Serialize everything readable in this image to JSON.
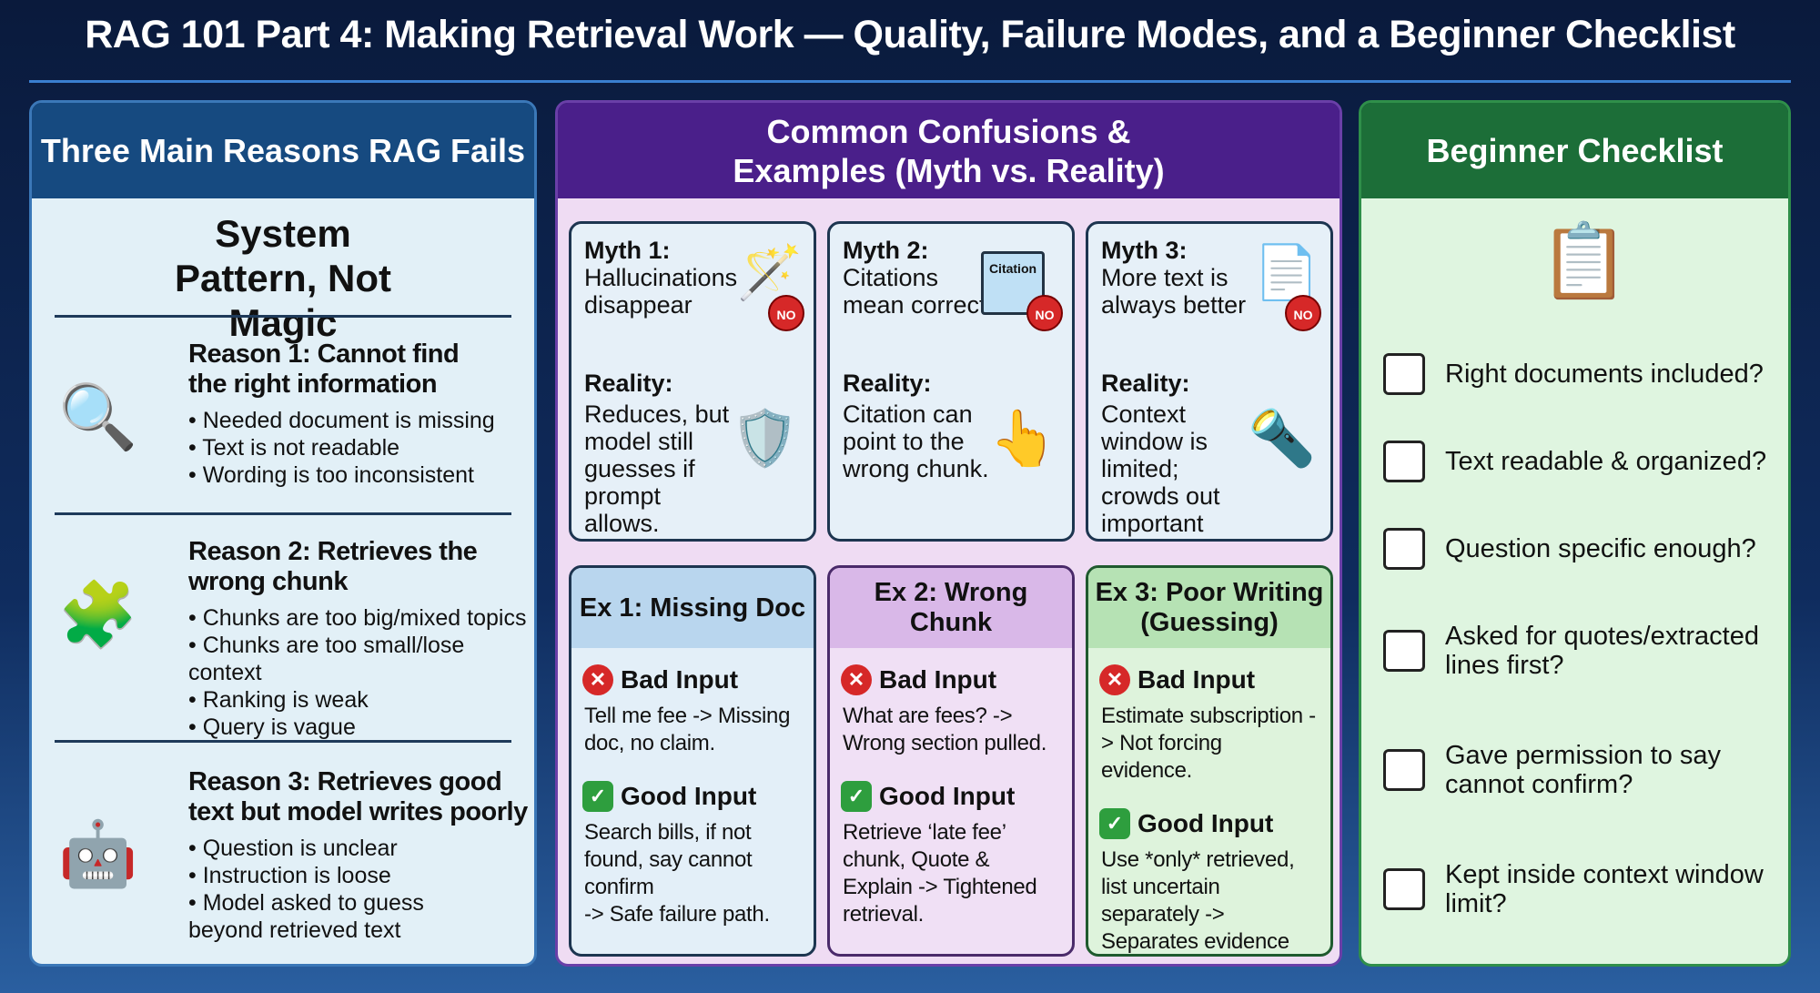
{
  "title": "RAG 101 Part 4: Making Retrieval Work — Quality, Failure Modes, and a Beginner Checklist",
  "left": {
    "header": "Three Main Reasons RAG Fails",
    "subtitle": "System Pattern, Not Magic",
    "reasons": [
      {
        "title": "Reason 1: Cannot find the right information",
        "icon": "magnifier-missing-doc-icon",
        "bullets": [
          "Needed document is missing",
          "Text is not readable",
          "Wording is too inconsistent"
        ]
      },
      {
        "title": "Reason 2: Retrieves the wrong chunk",
        "icon": "puzzle-hand-icon",
        "bullets": [
          "Chunks are too big/mixed topics",
          "Chunks are too small/lose context",
          "Ranking is weak",
          "Query is vague"
        ]
      },
      {
        "title": "Reason 3: Retrieves good text but model writes poorly",
        "icon": "robot-writing-icon",
        "bullets": [
          "Question is unclear",
          "Instruction is loose",
          "Model asked to guess beyond retrieved text"
        ]
      }
    ]
  },
  "mid": {
    "header": "Common Confusions & Examples (Myth vs. Reality)",
    "myths": [
      {
        "label": "Myth 1:",
        "text": "Hallucinations disappear",
        "reality_label": "Reality:",
        "reality": "Reduces, but model still guesses if prompt allows.",
        "no": "NO"
      },
      {
        "label": "Myth 2:",
        "text": "Citations mean correct",
        "reality_label": "Reality:",
        "reality": "Citation can point to the wrong chunk.",
        "no": "NO",
        "doc_label": "Citation"
      },
      {
        "label": "Myth 3:",
        "text": "More text is always better",
        "reality_label": "Reality:",
        "reality": "Context window is limited; crowds out important text.",
        "no": "NO"
      }
    ],
    "examples": [
      {
        "title": "Ex 1: Missing Doc",
        "bad_label": "Bad Input",
        "bad": "Tell me fee -> Missing doc, no claim.",
        "good_label": "Good Input",
        "good": "Search bills, if not found, say cannot confirm\n-> Safe failure path."
      },
      {
        "title": "Ex 2: Wrong Chunk",
        "bad_label": "Bad Input",
        "bad": "What are fees? -> Wrong section pulled.",
        "good_label": "Good Input",
        "good": "Retrieve ‘late fee’ chunk, Quote & Explain -> Tightened retrieval."
      },
      {
        "title": "Ex 3: Poor Writing (Guessing)",
        "bad_label": "Bad Input",
        "bad": "Estimate subscription -> Not forcing evidence.",
        "good_label": "Good Input",
        "good": "Use *only* retrieved, list uncertain separately -> Separates evidence from uncertainty."
      }
    ]
  },
  "right": {
    "header": "Beginner Checklist",
    "items": [
      "Right documents included?",
      "Text readable & organized?",
      "Question specific enough?",
      "Asked for quotes/extracted lines first?",
      "Gave permission to say cannot confirm?",
      "Kept inside context window limit?"
    ]
  }
}
